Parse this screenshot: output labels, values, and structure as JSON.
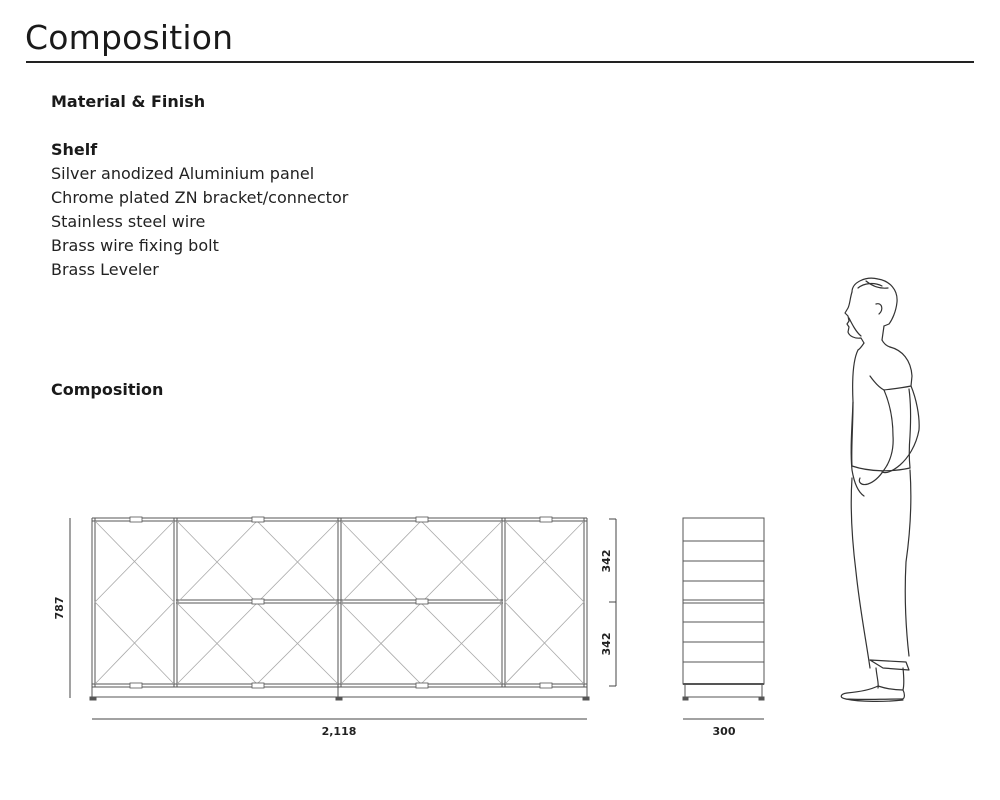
{
  "header": {
    "title": "Composition"
  },
  "material_section": {
    "heading": "Material & Finish",
    "shelf": {
      "heading": "Shelf",
      "items": [
        "Silver anodized Aluminium panel",
        "Chrome plated ZN bracket/connector",
        "Stainless steel wire",
        "Brass wire fixing bolt",
        "Brass Leveler"
      ]
    }
  },
  "composition_section": {
    "heading": "Composition",
    "dimensions": {
      "height": "787",
      "tier_upper": "342",
      "tier_lower": "342",
      "width": "2,118",
      "depth": "300"
    }
  },
  "colors": {
    "ink": "#222222",
    "line": "#555555",
    "wire": "#aaaaaa"
  }
}
